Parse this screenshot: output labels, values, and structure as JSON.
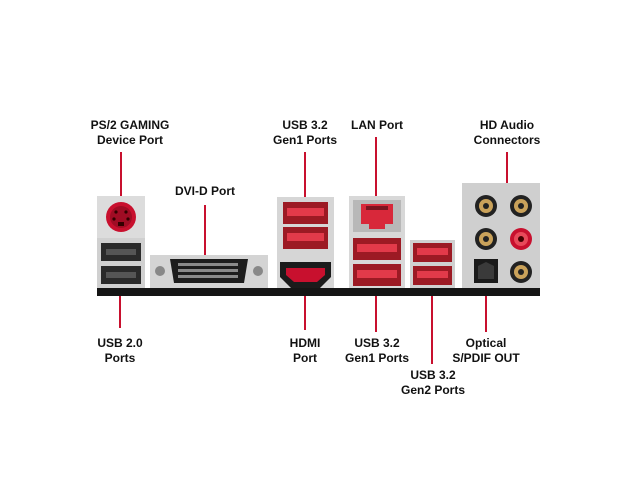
{
  "colors": {
    "accent_red": "#c8102e",
    "port_red": "#d8283a",
    "panel_black": "#151515",
    "metal": "#cfcfcf",
    "leader_line": "#c8102e"
  },
  "labels": {
    "ps2": {
      "line1": "PS/2 GAMING",
      "line2": "Device Port"
    },
    "dvid": {
      "line1": "DVI-D Port"
    },
    "usb32_top": {
      "line1": "USB 3.2",
      "line2": "Gen1 Ports"
    },
    "lan": {
      "line1": "LAN Port"
    },
    "hd_audio": {
      "line1": "HD Audio",
      "line2": "Connectors"
    },
    "usb20": {
      "line1": "USB 2.0",
      "line2": "Ports"
    },
    "hdmi": {
      "line1": "HDMI",
      "line2": "Port"
    },
    "usb32_bottom": {
      "line1": "USB 3.2",
      "line2": "Gen1 Ports"
    },
    "usb32_gen2": {
      "line1": "USB 3.2",
      "line2": "Gen2 Ports"
    },
    "optical": {
      "line1": "Optical",
      "line2": "S/PDIF OUT"
    }
  }
}
